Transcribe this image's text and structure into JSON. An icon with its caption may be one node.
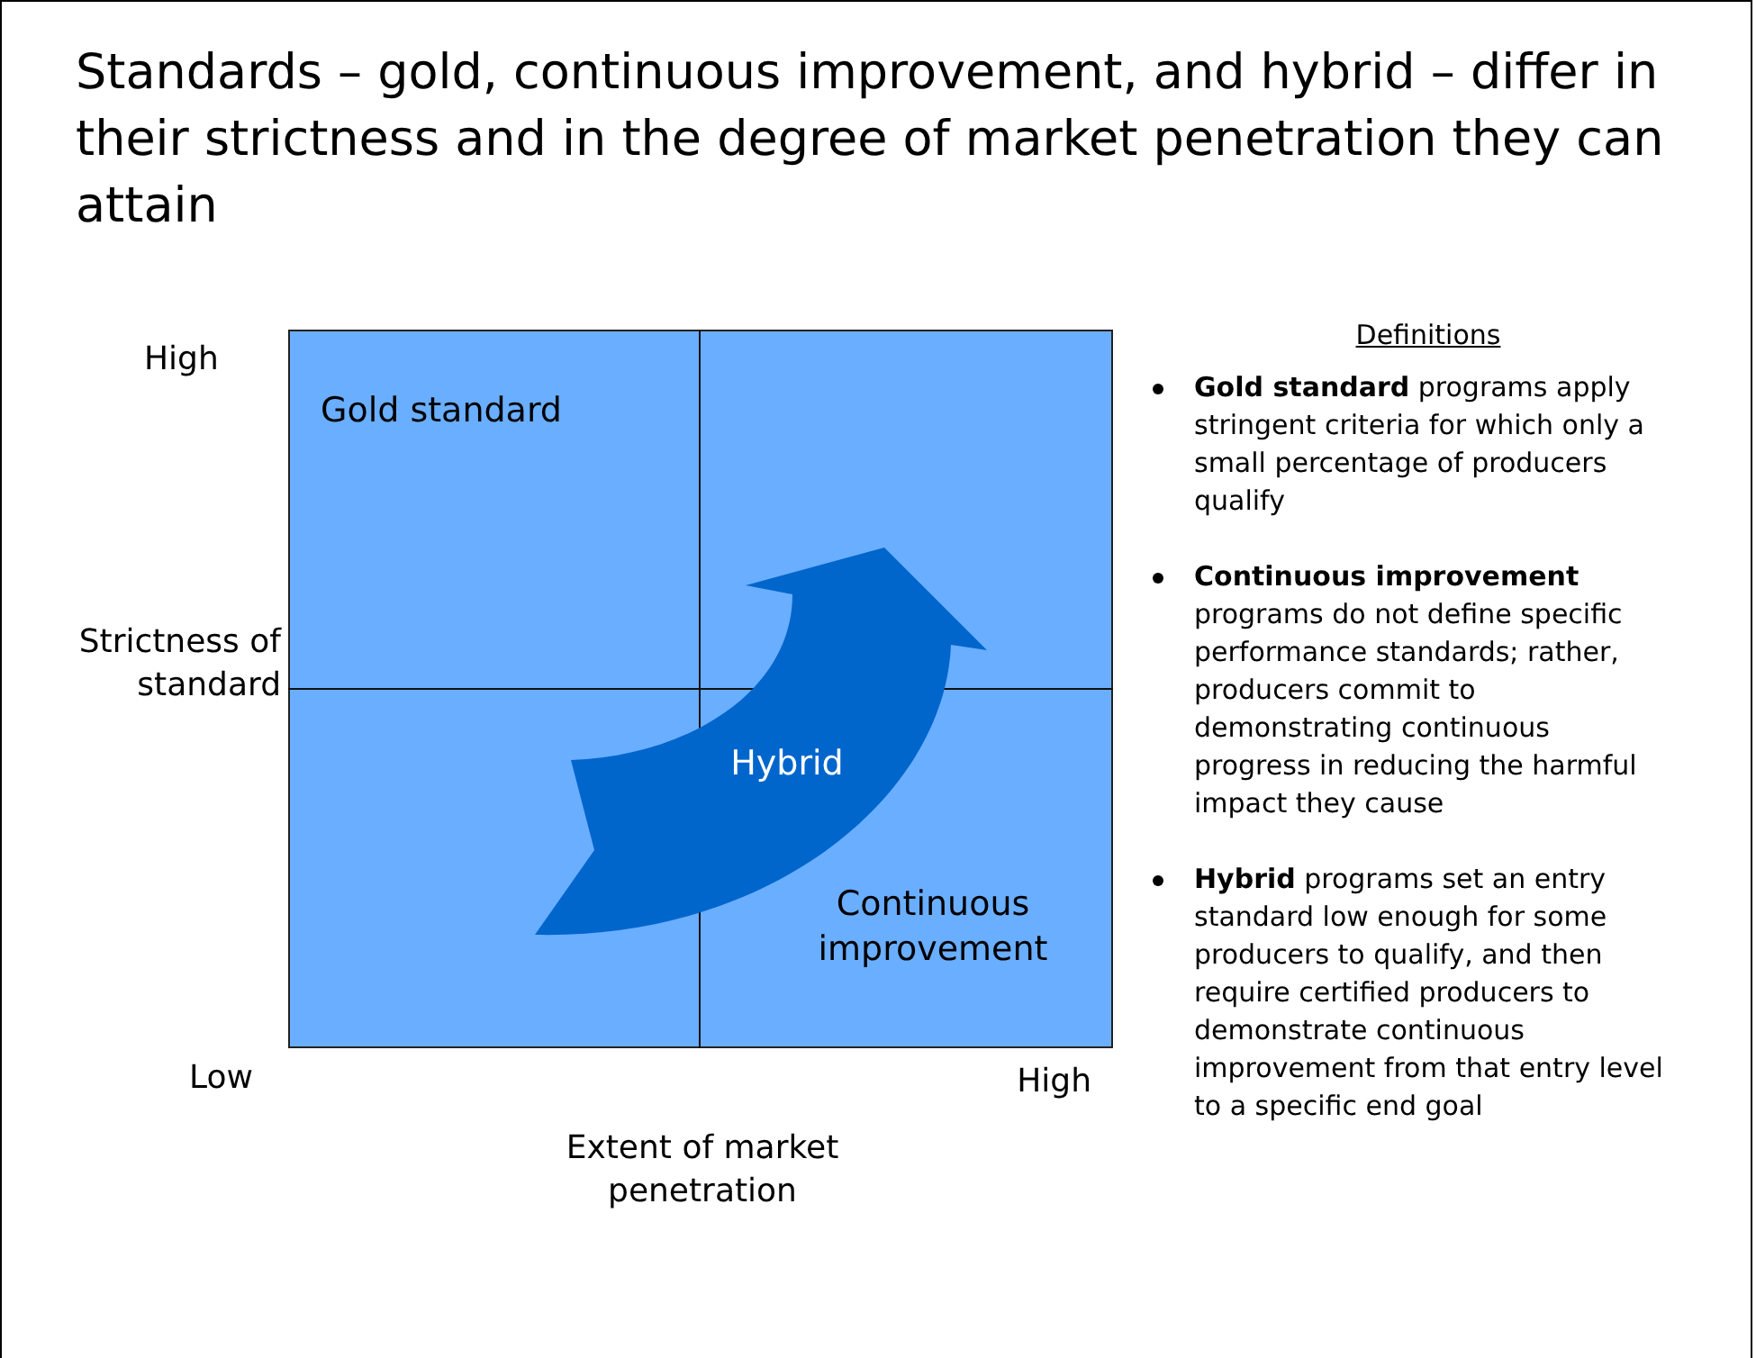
{
  "diagram": {
    "title": "Standards – gold, continuous improvement, and hybrid – differ in their strictness and in the degree of market penetration they can attain",
    "nodes": [
      {
        "text": [
          "Gold standard"
        ]
      },
      {
        "text": [
          "Hybrid"
        ]
      },
      {
        "text": [
          "Continuous improvement"
        ]
      }
    ],
    "edges": [],
    "labels": [
      "High",
      "Strictness of standard",
      "Low",
      "High",
      "Extent of market penetration",
      "Definitions",
      "**Gold standard** programs apply stringent criteria for which only a small percentage of producers qualify",
      "**Continuous improvement** programs do not define specific performance standards; rather, producers commit to demonstrating continuous progress in reducing the harmful impact they cause",
      "**Hybrid** programs set an entry standard low enough for some producers to qualify, and then require certified producers to demonstrate continuous improvement from that entry level to a specific end goal"
    ]
  }
}
